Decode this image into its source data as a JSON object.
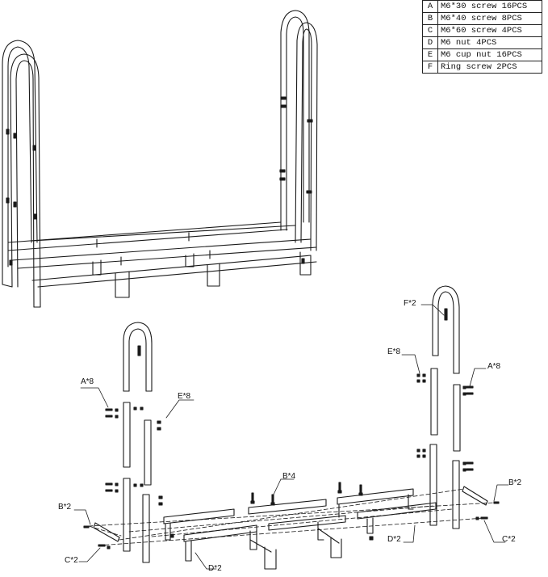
{
  "parts": [
    {
      "key": "A",
      "desc": "M6*30 screw  16PCS"
    },
    {
      "key": "B",
      "desc": "M6*40 screw  8PCS"
    },
    {
      "key": "C",
      "desc": "M6*60 screw  4PCS"
    },
    {
      "key": "D",
      "desc": "M6 nut  4PCS"
    },
    {
      "key": "E",
      "desc": "M6 cup nut  16PCS"
    },
    {
      "key": "F",
      "desc": "Ring screw  2PCS"
    }
  ],
  "callouts": {
    "a_left": "A*8",
    "e_left": "E*8",
    "b_left": "B*2",
    "c_left": "C*2",
    "d_left": "D*2",
    "b_middle": "B*4",
    "f_right": "F*2",
    "e_right": "E*8",
    "a_right": "A*8",
    "b_right": "B*2",
    "c_right": "C*2",
    "d_right": "D*2"
  },
  "colors": {
    "line": "#1a1a1a",
    "fill": "#ffffff"
  }
}
